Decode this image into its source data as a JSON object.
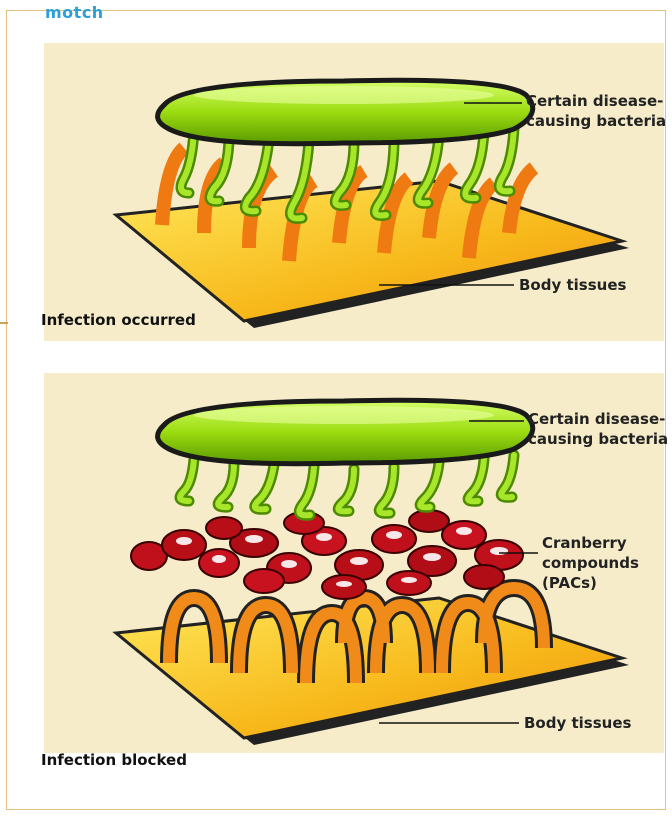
{
  "top_heading": "motch",
  "panel_top": {
    "bacteria_label_line1": "Certain disease-",
    "bacteria_label_line2": "causing bacteria",
    "tissue_label": "Body tissues",
    "caption": "Infection occurred"
  },
  "panel_bottom": {
    "bacteria_label_line1": "Certain disease-",
    "bacteria_label_line2": "causing bacteria",
    "pac_label_line1": "Cranberry",
    "pac_label_line2": "compounds",
    "pac_label_line3": "(PACs)",
    "tissue_label": "Body tissues",
    "caption": "Infection blocked"
  },
  "colors": {
    "panel_bg": "#f6ecc9",
    "bacteria_green": "#8fd400",
    "tissue_yellow": "#f7c51a",
    "receptor_orange": "#f07a12",
    "pac_red": "#c0101b"
  }
}
